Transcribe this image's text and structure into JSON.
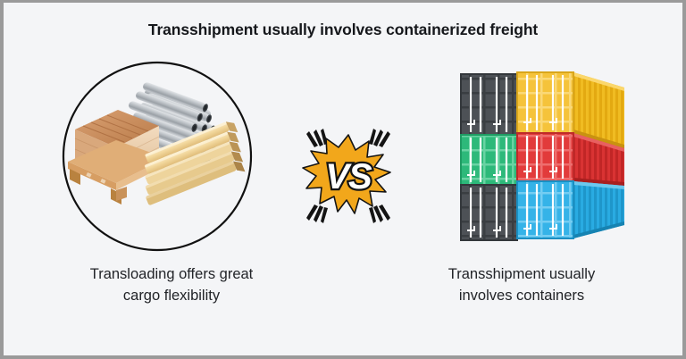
{
  "page": {
    "title": "Transshipment usually involves containerized freight",
    "background_color": "#F4F5F7",
    "border_color": "#9a9a9a",
    "text_color": "#222428"
  },
  "comparison": {
    "separator_label": "VS",
    "separator_icon": "comic-burst-icon",
    "separator_color": "#F5A81C",
    "left": {
      "caption": "Transloading offers great\ncargo flexibility",
      "illustration_icon": "circle-breakbulk-cargo-icon",
      "items": [
        {
          "name": "wooden-crate-on-pallet",
          "label": "Wooden crate on pallet",
          "color": "#C08456"
        },
        {
          "name": "steel-pipe-bundle",
          "label": "Steel pipe bundle",
          "color": "#ADB2B8"
        },
        {
          "name": "timber-plank-stack",
          "label": "Timber plank stack",
          "color": "#F0D9A8"
        }
      ]
    },
    "right": {
      "caption": "Transshipment usually\ninvolves containers",
      "illustration_icon": "stacked-shipping-containers-icon",
      "containers": [
        {
          "position": "top-left",
          "color": "#4D5156",
          "label": "Gray container"
        },
        {
          "position": "top-right",
          "color": "#F5C33B",
          "label": "Yellow container"
        },
        {
          "position": "middle-left",
          "color": "#2DB97A",
          "label": "Green container"
        },
        {
          "position": "middle-right",
          "color": "#D93333",
          "label": "Red container"
        },
        {
          "position": "bottom-left",
          "color": "#4D5156",
          "label": "Gray container"
        },
        {
          "position": "bottom-right",
          "color": "#29ABE2",
          "label": "Blue container"
        }
      ]
    }
  }
}
